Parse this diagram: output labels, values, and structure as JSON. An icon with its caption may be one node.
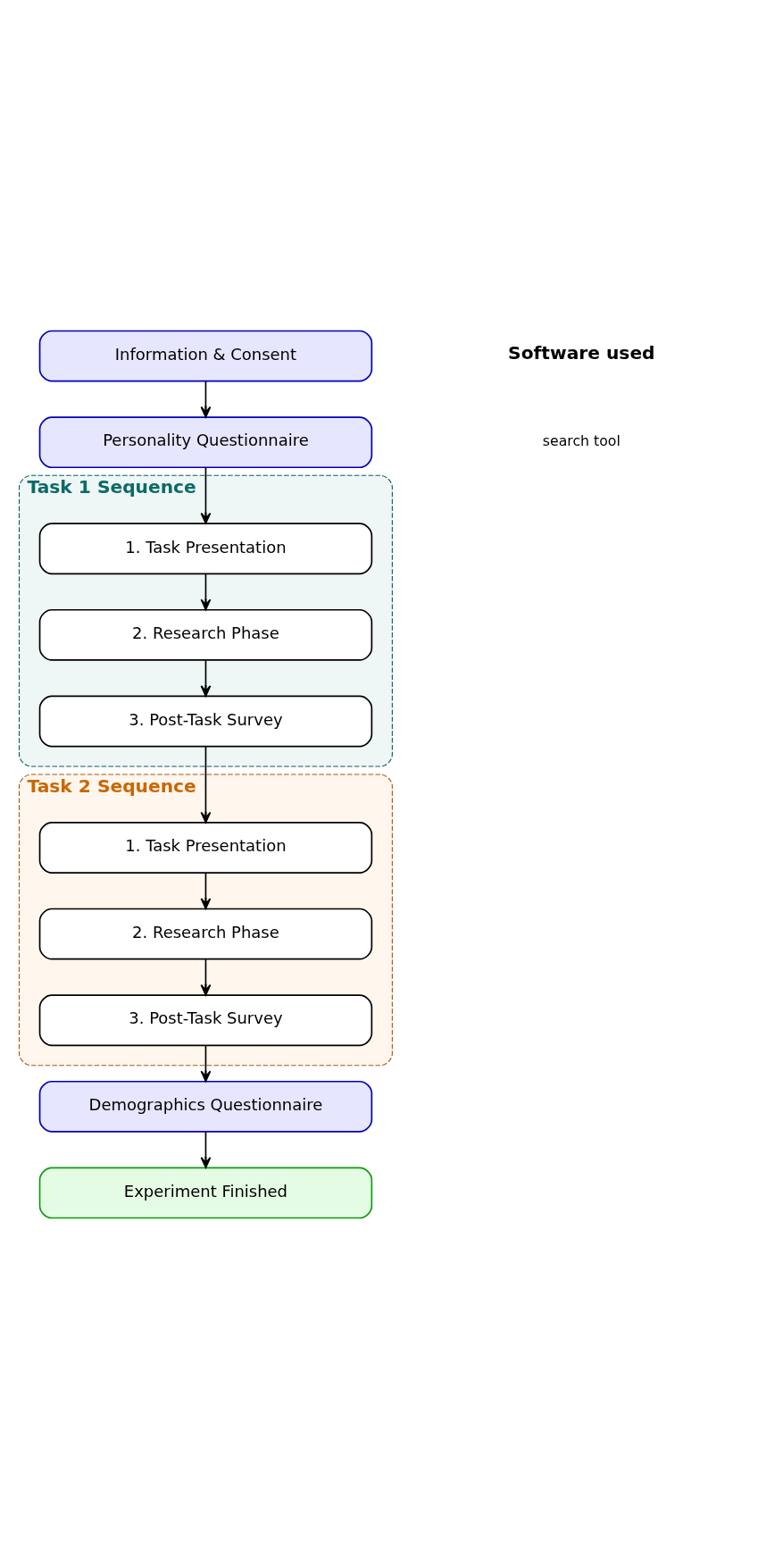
{
  "diagram": {
    "nodes": [
      {
        "text": [
          "Information & Consent"
        ]
      },
      {
        "text": [
          "Personality Questionnaire"
        ]
      },
      {
        "text": [
          "Task 1 Sequence"
        ]
      },
      {
        "text": [
          "1. Task Presentation"
        ],
        "in": 2
      },
      {
        "text": [
          "2. Research Phase"
        ],
        "in": 2
      },
      {
        "text": [
          "3. Post-Task Survey"
        ],
        "in": 2
      },
      {
        "text": [
          "Task 2 Sequence"
        ]
      },
      {
        "text": [
          "1. Task Presentation"
        ],
        "in": 6
      },
      {
        "text": [
          "2. Research Phase"
        ],
        "in": 6
      },
      {
        "text": [
          "3. Post-Task Survey"
        ],
        "in": 6
      },
      {
        "text": [
          "Demographics Questionnaire"
        ]
      },
      {
        "text": [
          "Experiment Finished"
        ]
      }
    ],
    "edges": [
      {
        "from": 0,
        "to": 1,
        "arrow": "to"
      },
      {
        "from": 1,
        "to": 3,
        "arrow": "to"
      },
      {
        "from": 3,
        "to": 4,
        "arrow": "to"
      },
      {
        "from": 4,
        "to": 5,
        "arrow": "to"
      },
      {
        "from": 5,
        "to": 7,
        "arrow": "to"
      },
      {
        "from": 7,
        "to": 8,
        "arrow": "to"
      },
      {
        "from": 8,
        "to": 9,
        "arrow": "to"
      },
      {
        "from": 9,
        "to": 10,
        "arrow": "to"
      },
      {
        "from": 10,
        "to": 11,
        "arrow": "to"
      }
    ],
    "labels": [
      "Software used",
      "search tool"
    ]
  }
}
